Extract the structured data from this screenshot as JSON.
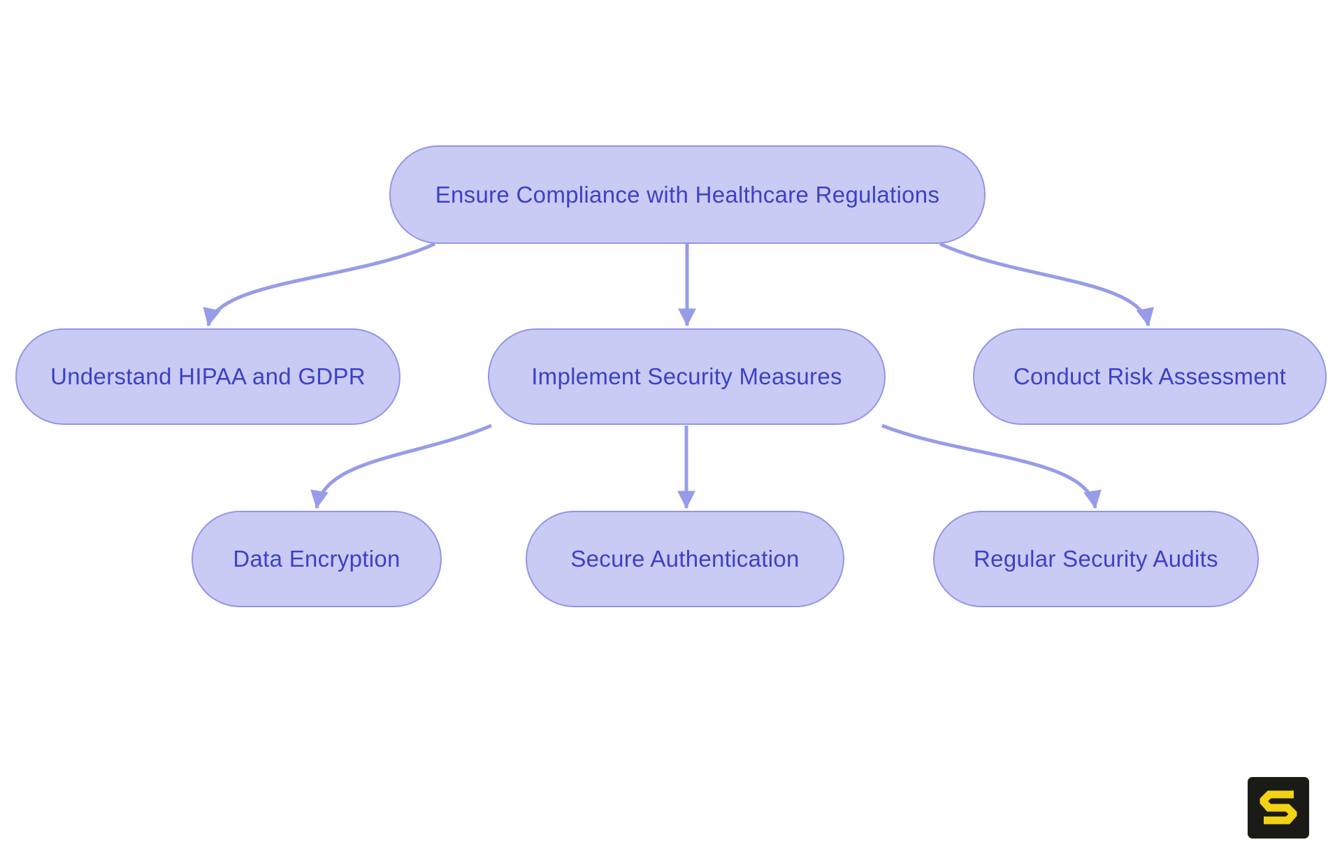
{
  "page": {
    "background": "#ffffff"
  },
  "diagram": {
    "type": "flowchart",
    "direction": "top-down",
    "nodes": {
      "root": {
        "label": "Ensure Compliance with Healthcare Regulations"
      },
      "hipaa": {
        "label": "Understand HIPAA and GDPR"
      },
      "security": {
        "label": "Implement Security Measures"
      },
      "risk": {
        "label": "Conduct Risk Assessment"
      },
      "encryption": {
        "label": "Data Encryption"
      },
      "auth": {
        "label": "Secure Authentication"
      },
      "audits": {
        "label": "Regular Security Audits"
      }
    },
    "edges": [
      {
        "from": "root",
        "to": "hipaa"
      },
      {
        "from": "root",
        "to": "security"
      },
      {
        "from": "root",
        "to": "risk"
      },
      {
        "from": "security",
        "to": "encryption"
      },
      {
        "from": "security",
        "to": "auth"
      },
      {
        "from": "security",
        "to": "audits"
      }
    ],
    "colors": {
      "node_fill": "#c9cbf4",
      "node_border": "#9196e8",
      "edge": "#979ce9",
      "node_text": "#3c41c7",
      "logo_bg": "#1a1a16",
      "logo_glyph": "#f2d313"
    }
  }
}
